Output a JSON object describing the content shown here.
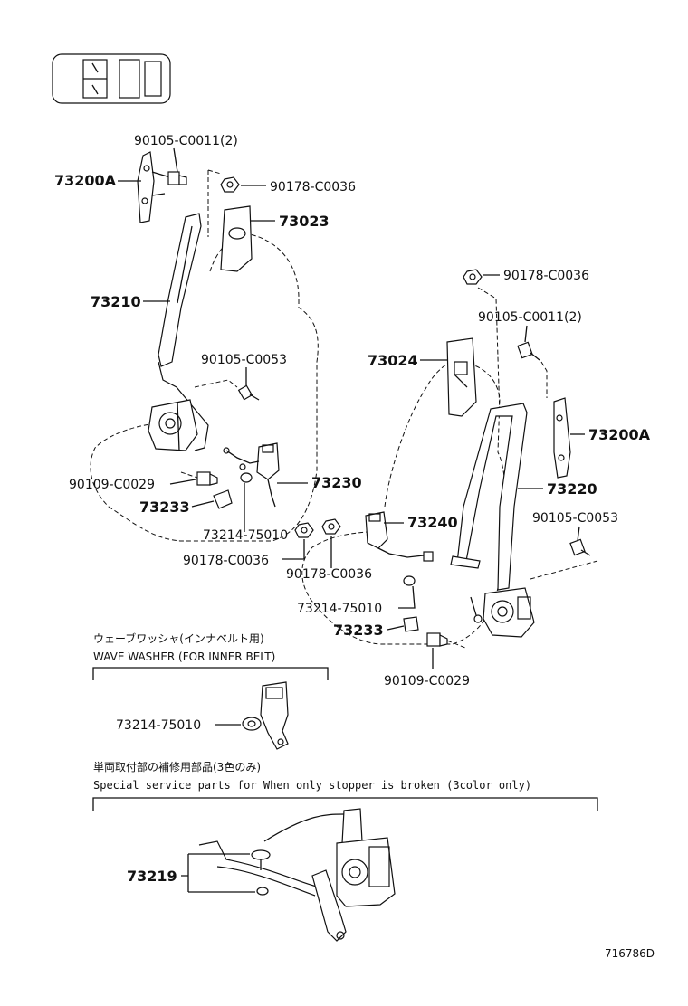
{
  "labels": {
    "bolt_left_top": "90105-C0011(2)",
    "anchor_left": "73200A",
    "nut_left_top": "90178-C0036",
    "cover_left": "73023",
    "belt_left": "73210",
    "bolt_left_mid": "90105-C0053",
    "bolt_left_low": "90109-C0029",
    "cap_left": "73233",
    "buckle_left": "73230",
    "washer_left": "73214-75010",
    "nut_left_low": "90178-C0036",
    "nut_right_top": "90178-C0036",
    "bolt_right_top": "90105-C0011(2)",
    "cover_right": "73024",
    "anchor_right": "73200A",
    "belt_right": "73220",
    "bolt_right_mid": "90105-C0053",
    "buckle_right": "73240",
    "nut_right_low": "90178-C0036",
    "washer_right": "73214-75010",
    "cap_right": "73233",
    "bolt_right_low": "90109-C0029",
    "washer_detail": "73214-75010",
    "stopper": "73219"
  },
  "notes": {
    "wave_washer_jp": "ウェーブワッシャ(インナベルト用)",
    "wave_washer_en": "WAVE WASHER (FOR INNER BELT)",
    "service_jp": "単両取付部の補修用部品(3色のみ)",
    "service_en": "Special service parts for When only stopper is broken (3color only)"
  },
  "figure_id": "716786D"
}
